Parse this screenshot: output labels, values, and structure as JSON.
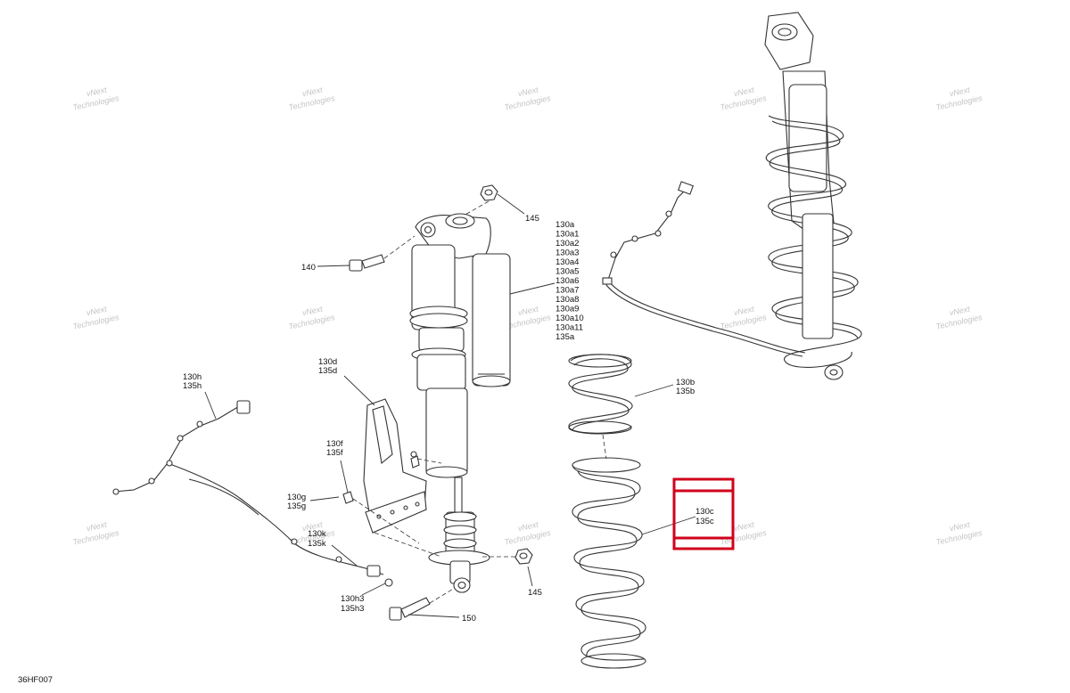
{
  "figure_id": "36HF007",
  "watermark": {
    "line1": "vNext",
    "line2": "Technologies"
  },
  "callouts": {
    "c145_top": "145",
    "c140": "140",
    "c130a_list": [
      "130a",
      "130a1",
      "130a2",
      "130a3",
      "130a4",
      "130a5",
      "130a6",
      "130a7",
      "130a8",
      "130a9",
      "130a10",
      "130a11",
      "135a"
    ],
    "c130d": [
      "130d",
      "135d"
    ],
    "c130h": [
      "130h",
      "135h"
    ],
    "c130f": [
      "130f",
      "135f"
    ],
    "c130g": [
      "130g",
      "135g"
    ],
    "c130k": [
      "130k",
      "135k"
    ],
    "c130h3": [
      "130h3",
      "135h3"
    ],
    "c150": "150",
    "c145_bottom": "145",
    "c130b": [
      "130b",
      "135b"
    ],
    "c130c": [
      "130c",
      "135c"
    ]
  },
  "highlight": {
    "target": "130c",
    "color": "#d0021b"
  }
}
